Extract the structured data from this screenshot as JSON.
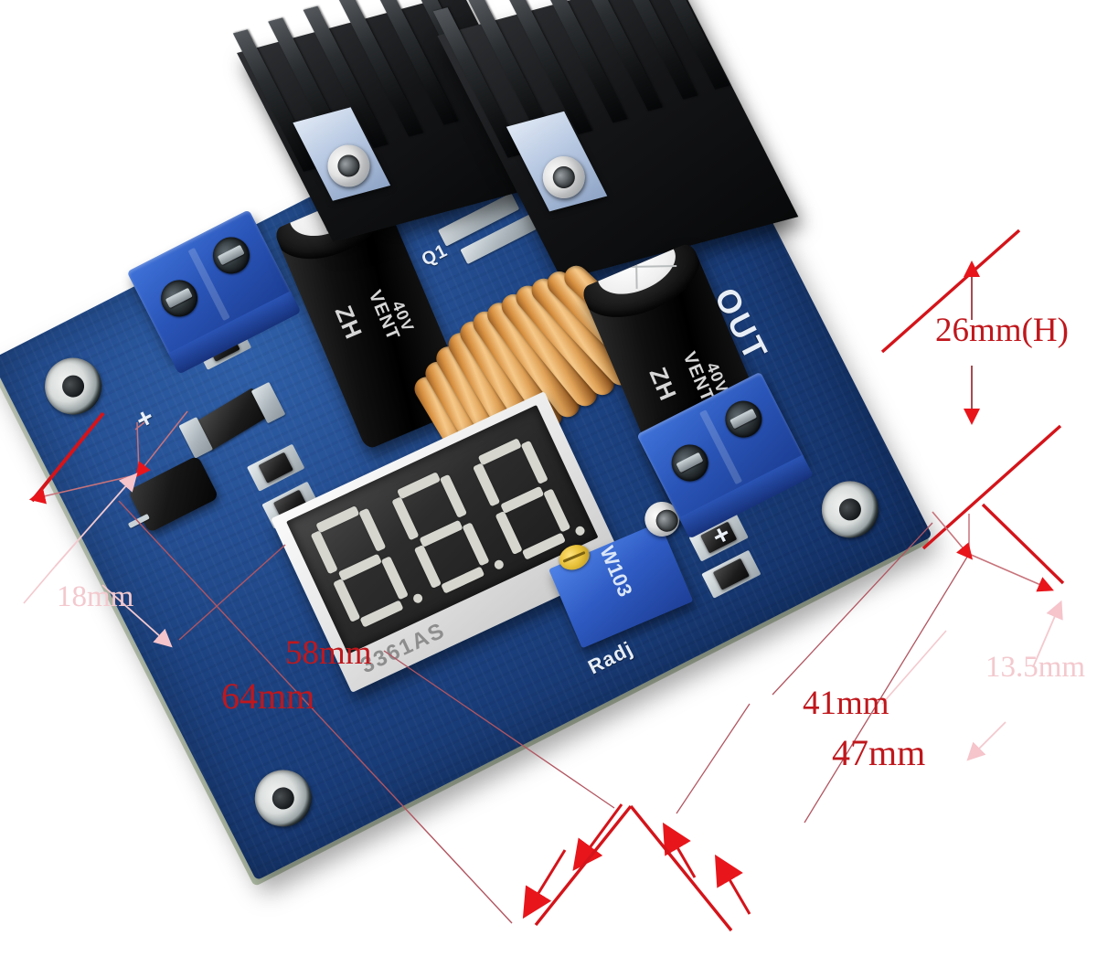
{
  "scene": {
    "subject": "XL4016 DC-DC step-down buck converter module with voltmeter display",
    "background_color": "#ffffff"
  },
  "dimensions": {
    "unit": "mm",
    "annotations": [
      {
        "id": "length-outer",
        "label": "64mm",
        "color": "#c0171c",
        "emphasis": "strong",
        "axis": "length"
      },
      {
        "id": "length-inner",
        "label": "58mm",
        "color": "#c0171c",
        "emphasis": "strong",
        "axis": "length"
      },
      {
        "id": "hole-pitch-y",
        "label": "18mm",
        "color": "#f3c9ce",
        "emphasis": "faint",
        "axis": "hole-spacing"
      },
      {
        "id": "width-outer",
        "label": "47mm",
        "color": "#c0171c",
        "emphasis": "strong",
        "axis": "width"
      },
      {
        "id": "width-inner",
        "label": "41mm",
        "color": "#c0171c",
        "emphasis": "strong",
        "axis": "width"
      },
      {
        "id": "hole-pitch-x",
        "label": "13.5mm",
        "color": "#f3c9ce",
        "emphasis": "faint",
        "axis": "hole-spacing"
      },
      {
        "id": "height",
        "label": "26mm(H)",
        "color": "#c0171c",
        "emphasis": "strong",
        "axis": "height"
      }
    ]
  },
  "board": {
    "color": "#1d4382",
    "edge_color": "#c3cfb9",
    "silkscreen": {
      "output_terminal": "OUT",
      "trimmer_label": "Radj",
      "transistor_ref": "Q1",
      "polarity_marks": [
        "+",
        "+"
      ]
    },
    "mounting_holes": 4
  },
  "components": {
    "input_terminal": {
      "name": "input-screw-terminal",
      "poles": 2,
      "color": "#2a55b8"
    },
    "output_terminal": {
      "name": "output-screw-terminal",
      "poles": 2,
      "color": "#2a55b8",
      "silk": "OUT"
    },
    "capacitors": [
      {
        "name": "input-electrolytic-capacitor",
        "markings": [
          "ZH",
          "VENT",
          "40V"
        ]
      },
      {
        "name": "output-electrolytic-capacitor",
        "markings": [
          "ZH",
          "VENT",
          "40V"
        ]
      }
    ],
    "inductor": {
      "name": "toroidal-inductor",
      "turns": 12,
      "wire_color": "#d79040"
    },
    "heatsinks": [
      {
        "name": "heatsink-left",
        "fins": 6,
        "color": "#141517"
      },
      {
        "name": "heatsink-right",
        "fins": 7,
        "color": "#141517"
      }
    ],
    "display": {
      "name": "seven-segment-voltmeter",
      "digits": 3,
      "part_marking": "3361AS",
      "segment_color": "#d6d6cf",
      "face_color": "#2d2d2d"
    },
    "trimmer": {
      "name": "multiturn-trimmer-potentiometer",
      "marking": "W103",
      "silk": "Radj"
    }
  }
}
